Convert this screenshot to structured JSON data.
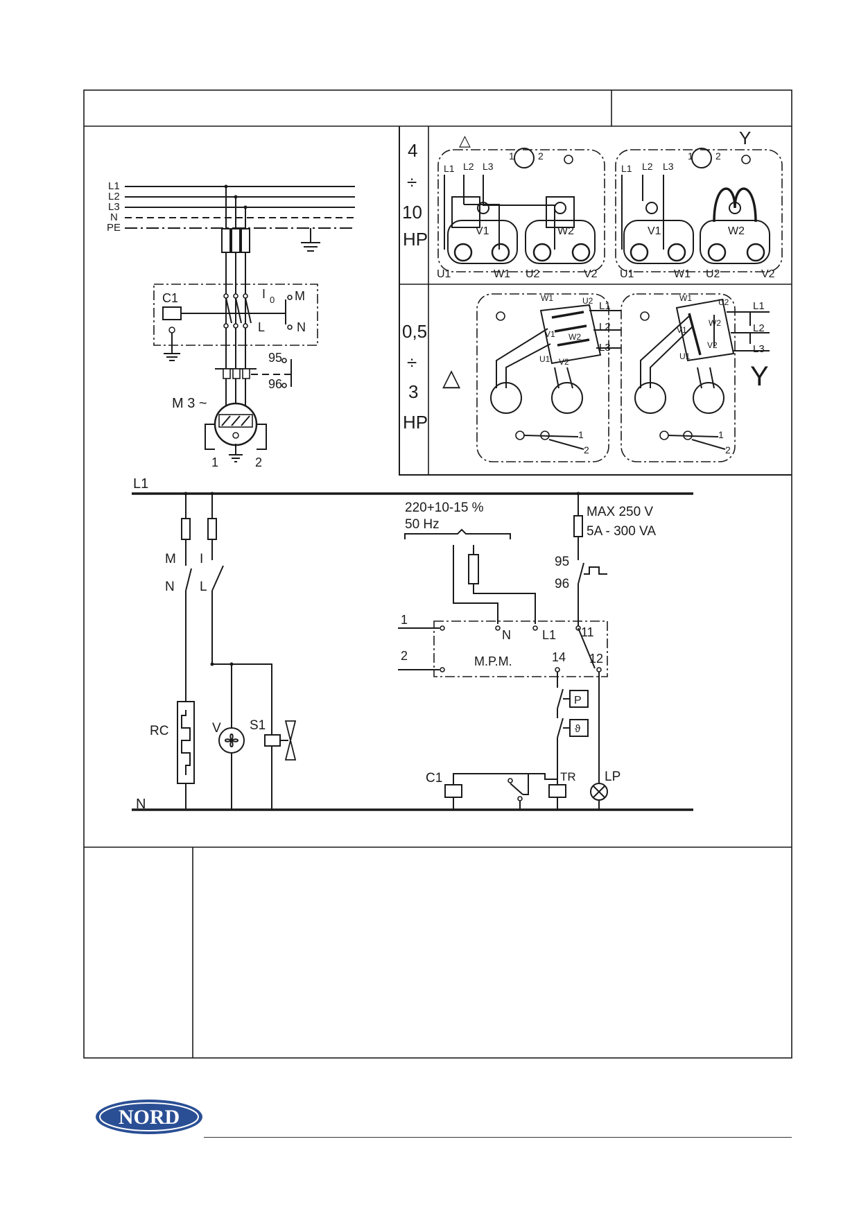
{
  "colors": {
    "ink": "#1a1a1a",
    "logo_blue": "#2a4f95",
    "paper": "#ffffff"
  },
  "logo": {
    "text": "NORD",
    "icon": "nord-logo-icon"
  },
  "power_circuit": {
    "lines": [
      "L1",
      "L2",
      "L3",
      "N",
      "PE"
    ],
    "contactor": "C1",
    "switch": {
      "on": "I",
      "off": "0",
      "left": "L",
      "manual": "M",
      "neutral": "N"
    },
    "relay_contacts": [
      "95",
      "96"
    ],
    "motor": "M 3 ~",
    "thermistor_terminals": [
      "1",
      "2"
    ]
  },
  "terminal_4_10": {
    "range_from": "4",
    "range_sep": "÷",
    "range_to": "10",
    "unit": "HP",
    "delta_symbol": "△",
    "star_symbol": "Y",
    "supply_labels": [
      "L1",
      "L2",
      "L3"
    ],
    "probe_labels": [
      "1",
      "2"
    ],
    "winding_top": [
      "V1",
      "W2"
    ],
    "winding_bottom": [
      "U1",
      "W1",
      "U2",
      "V2"
    ]
  },
  "terminal_05_3": {
    "range_from": "0,5",
    "range_sep": "÷",
    "range_to": "3",
    "unit": "HP",
    "delta_symbol": "△",
    "star_symbol": "Y",
    "supply_labels": [
      "L1",
      "L2",
      "L3"
    ],
    "winding_labels": [
      "W1",
      "U2",
      "V1",
      "W2",
      "U1",
      "V2"
    ],
    "probe_labels": [
      "1",
      "2"
    ]
  },
  "control_circuit": {
    "phase": "L1",
    "neutral": "N",
    "switch_a": [
      "M",
      "N"
    ],
    "switch_b": [
      "I",
      "L"
    ],
    "loads": [
      "RC",
      "V",
      "S1"
    ],
    "supply_spec_1": "220+10-15 %",
    "supply_spec_2": "50 Hz",
    "contact_spec_1": "MAX 250 V",
    "contact_spec_2": "5A - 300 VA",
    "relay_contacts": [
      "95",
      "96"
    ],
    "module": "M.P.M.",
    "module_inputs": [
      "1",
      "2"
    ],
    "module_terminals": [
      "N",
      "L1",
      "11",
      "14",
      "12"
    ],
    "pressure": "P",
    "thermo": "ϑ",
    "outputs": [
      "C1",
      "TR",
      "LP"
    ]
  }
}
